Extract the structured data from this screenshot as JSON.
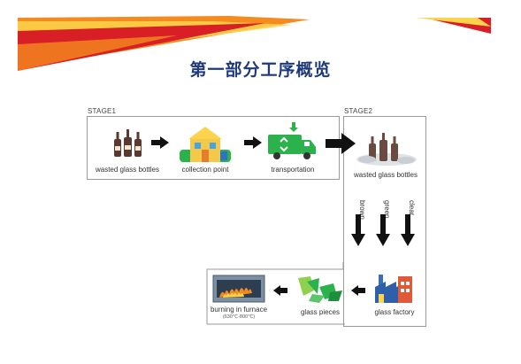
{
  "slide": {
    "title": "第一部分工序概览"
  },
  "stage1": {
    "label": "STAGE1"
  },
  "stage2": {
    "label": "STAGE2"
  },
  "nodes": {
    "wasted1": "wasted glass bottles",
    "collection": "collection point",
    "transport": "transportation",
    "wasted2": "wasted glass bottles",
    "factory": "glass factory",
    "pieces": "glass pieces",
    "furnace": "burning in furnace",
    "furnace_temp": "(630℃-800℃)"
  },
  "colors": [
    "brown",
    "green",
    "clear"
  ],
  "palette": {
    "title": "#1f3a7a",
    "banner_red": "#d81f26",
    "banner_orange": "#f58a1f",
    "banner_yellow": "#fbd44b",
    "arrow": "#111111",
    "recycle_green": "#2bb24c"
  }
}
